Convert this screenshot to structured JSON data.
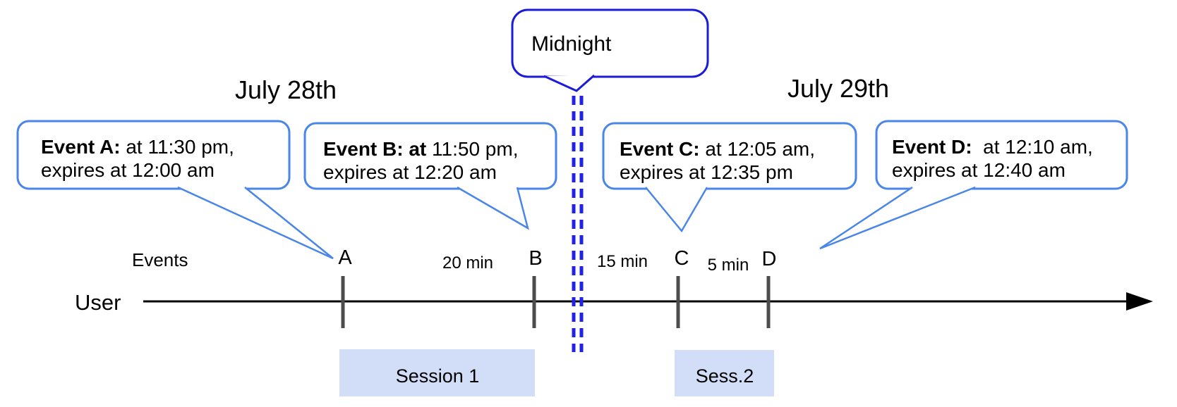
{
  "colors": {
    "callout_border": "#4a86e8",
    "midnight_border": "#1b1bd8",
    "dashed_line": "#2222e6",
    "tick": "#4c4c4c",
    "timeline": "#000000",
    "session_fill": "#d2def7",
    "text": "#000000",
    "background": "#ffffff"
  },
  "dates": {
    "left": "July 28th",
    "right": "July 29th"
  },
  "midnight": {
    "label": "Midnight"
  },
  "axis": {
    "events_label": "Events",
    "user_label": "User"
  },
  "events": [
    {
      "tick_label": "A",
      "bold": "Event A:",
      "rest": " at 11:30 pm,",
      "line2": "expires at 12:00 am"
    },
    {
      "tick_label": "B",
      "bold": "Event B: at",
      "rest": " 11:50 pm,",
      "line2": "expires at 12:20 am"
    },
    {
      "tick_label": "C",
      "bold": "Event C:",
      "rest": " at 12:05 am,",
      "line2": "expires at 12:35 pm"
    },
    {
      "tick_label": "D",
      "bold": "Event D:",
      "rest": "  at 12:10 am,",
      "line2": "expires at 12:40 am"
    }
  ],
  "intervals": [
    {
      "label": "20 min"
    },
    {
      "label": "15 min"
    },
    {
      "label": "5 min"
    }
  ],
  "sessions": [
    {
      "label": "Session 1"
    },
    {
      "label": "Sess.2"
    }
  ]
}
